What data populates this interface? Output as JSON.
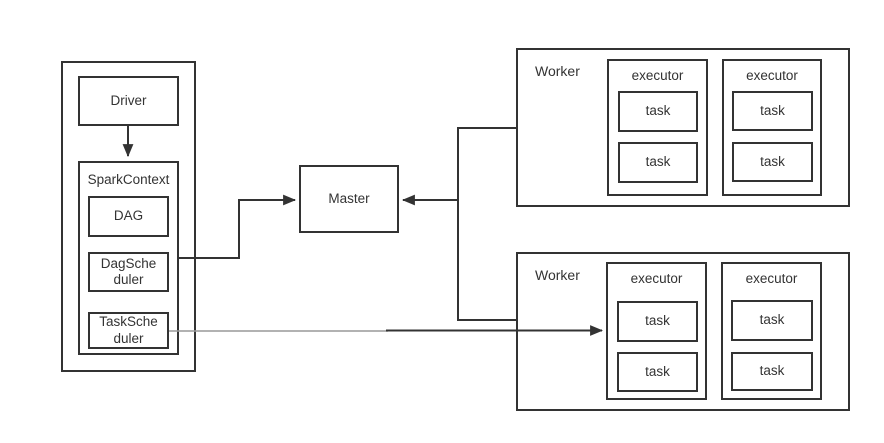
{
  "diagram_type": "spark-architecture",
  "colors": {
    "stroke": "#333333",
    "background": "#ffffff",
    "muted_line": "#999999",
    "text": "#333333"
  },
  "driver_group": {
    "driver_label": "Driver",
    "spark_context_label": "SparkContext",
    "dag_label": "DAG",
    "dag_scheduler_label": "DagSche\nduler",
    "task_scheduler_label": "TaskSche\nduler"
  },
  "master": {
    "label": "Master"
  },
  "workers": [
    {
      "label": "Worker",
      "executors": [
        {
          "label": "executor",
          "tasks": [
            "task",
            "task"
          ]
        },
        {
          "label": "executor",
          "tasks": [
            "task",
            "task"
          ]
        }
      ]
    },
    {
      "label": "Worker",
      "executors": [
        {
          "label": "executor",
          "tasks": [
            "task",
            "task"
          ]
        },
        {
          "label": "executor",
          "tasks": [
            "task",
            "task"
          ]
        }
      ]
    }
  ]
}
